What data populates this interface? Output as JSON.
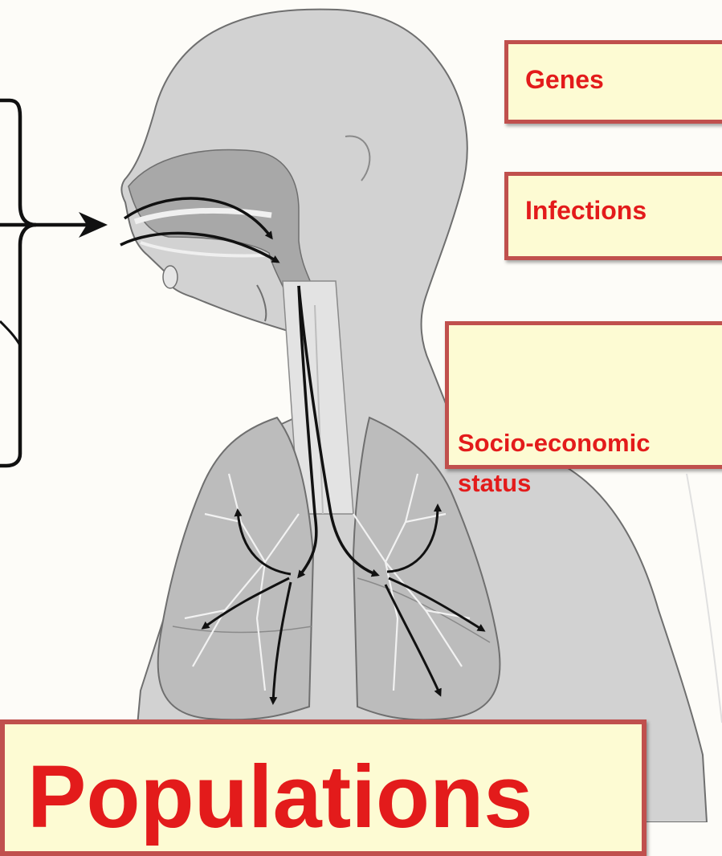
{
  "diagram": {
    "factors": {
      "genes": "Genes",
      "infections": "Infections",
      "socio_economic_status": "Socio-economic\nstatus",
      "populations": "Populations"
    },
    "colors": {
      "box_fill": "#fdfbd3",
      "box_border": "#c0504d",
      "box_text": "#e31b1b",
      "silhouette": "#d2d2d2",
      "airway": "#a8a8a8",
      "arrows": "#111111"
    }
  }
}
